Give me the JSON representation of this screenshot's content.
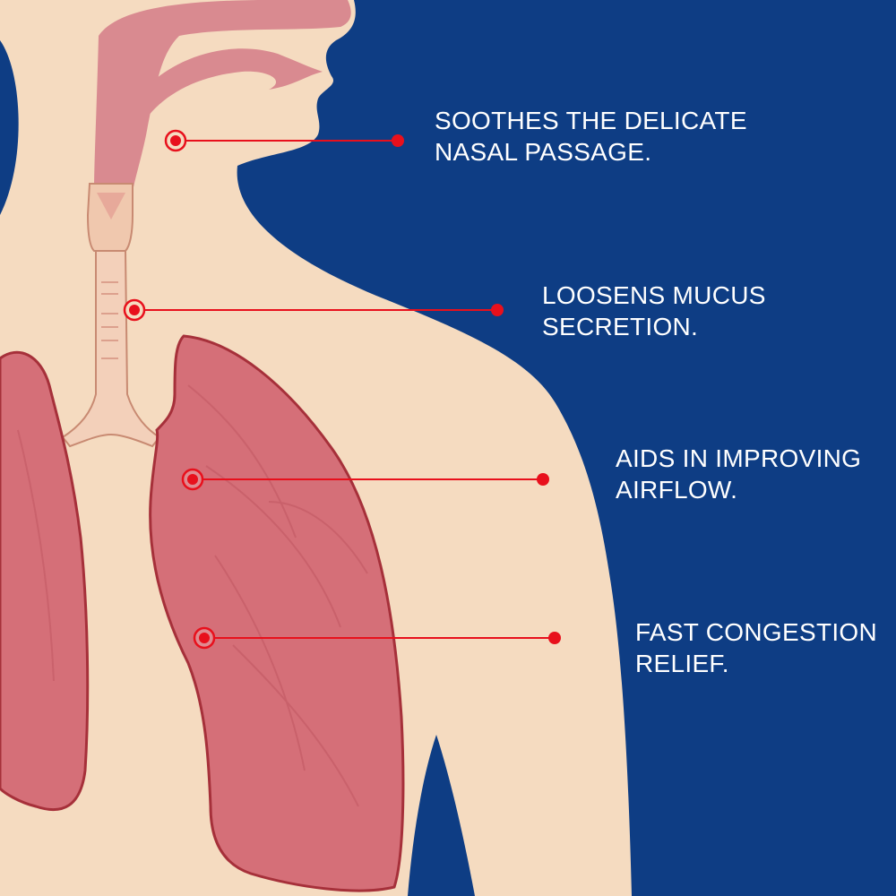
{
  "diagram": {
    "subject": "human respiratory system",
    "colors": {
      "background": "#0e3d84",
      "skin": "#f5dbc0",
      "airway": "#d98a90",
      "lung_fill": "#d56f78",
      "lung_outline": "#a6303a",
      "callout": "#e8101c",
      "text": "#ffffff"
    },
    "callouts": [
      {
        "line1": "SOOTHES THE DELICATE",
        "line2": "NASAL PASSAGE.",
        "target": "nasal-passage"
      },
      {
        "line1": "LOOSENS MUCUS",
        "line2": "SECRETION.",
        "target": "trachea"
      },
      {
        "line1": "AIDS IN IMPROVING",
        "line2": "AIRFLOW.",
        "target": "upper-lung"
      },
      {
        "line1": "FAST CONGESTION",
        "line2": "RELIEF.",
        "target": "lower-lung"
      }
    ]
  }
}
